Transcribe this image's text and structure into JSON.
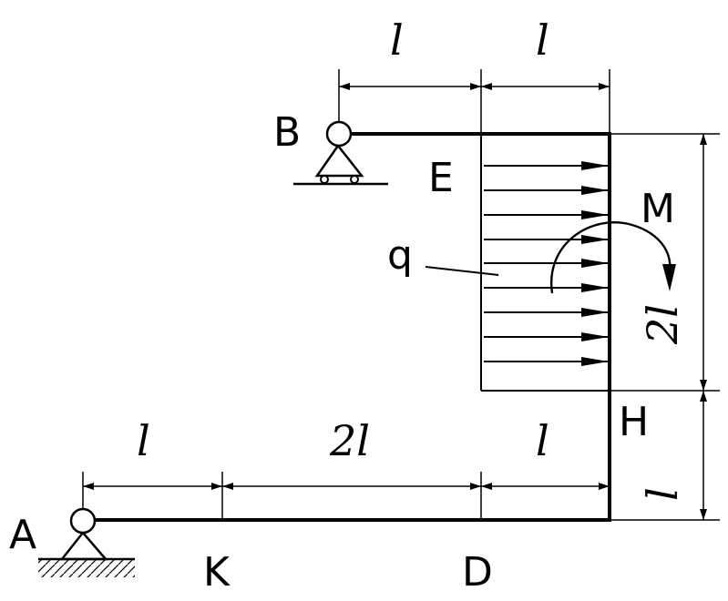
{
  "points": {
    "A": "A",
    "B": "B",
    "E": "E",
    "H": "H",
    "K": "K",
    "D": "D"
  },
  "loads": {
    "distributed": "q",
    "moment": "M"
  },
  "dimensions": {
    "top_left": "l",
    "top_right": "l",
    "bottom_AK": "l",
    "bottom_KD": "2l",
    "bottom_DH": "l",
    "right_upper": "2l",
    "right_lower": "l"
  }
}
